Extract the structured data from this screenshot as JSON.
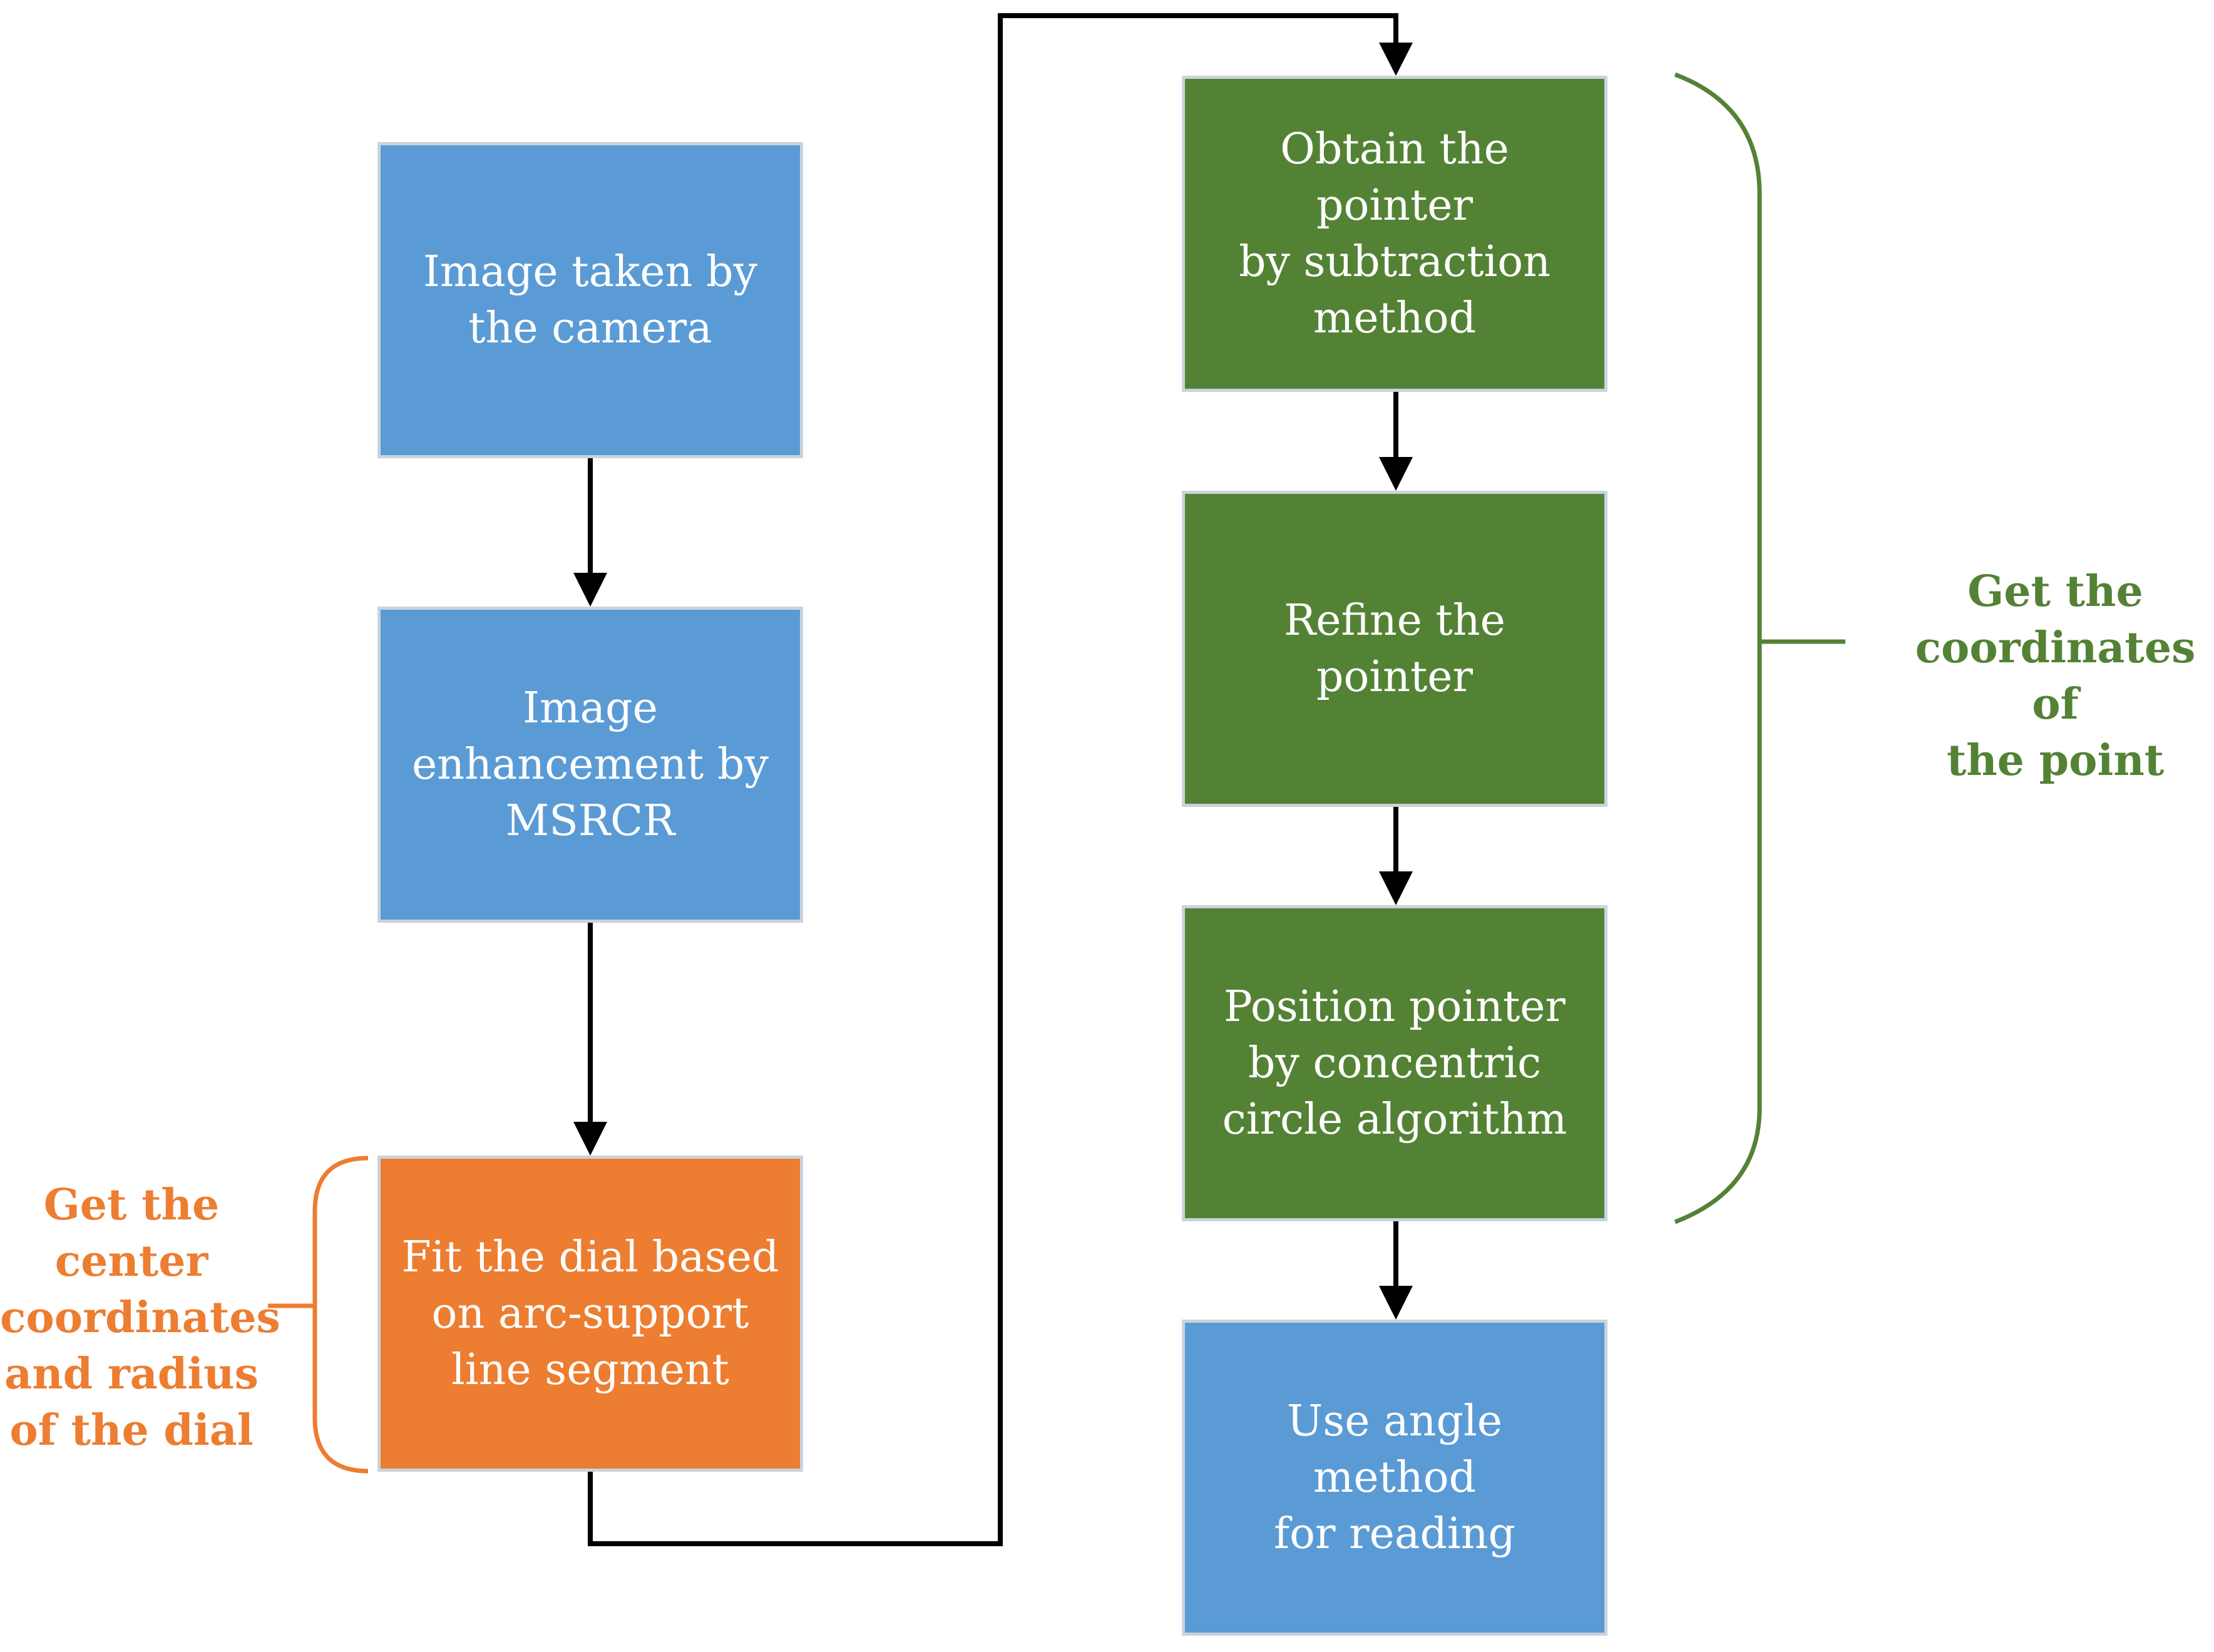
{
  "steps": {
    "camera": "Image taken by\nthe camera",
    "enhance": "Image\nenhancement by\nMSRCR",
    "fit": "Fit the dial based\non arc-support\nline segment",
    "obtain": "Obtain the pointer\nby subtraction\nmethod",
    "refine": "Refine the pointer",
    "position": "Position pointer\nby  concentric\ncircle algorithm",
    "angle": "Use angle method\nfor reading"
  },
  "annotations": {
    "left": "Get the\ncenter\ncoordinates\nand radius\nof the dial",
    "right": "Get the\ncoordinates of\nthe point"
  },
  "colors": {
    "blue": "#5b9bd5",
    "orange": "#ed7d31",
    "green": "#548235",
    "box_border": "#c9d3dd",
    "arrow": "#000000"
  }
}
